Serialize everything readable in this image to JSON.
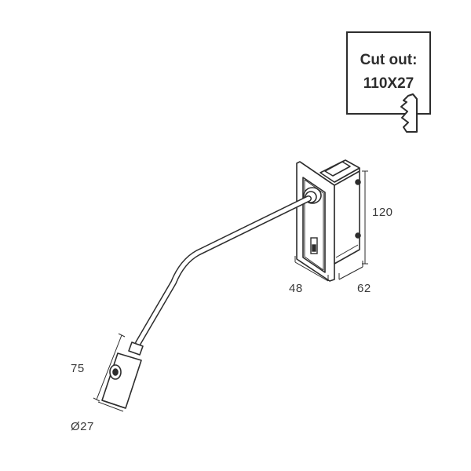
{
  "cutout": {
    "title": "Cut out:",
    "value": "110X27",
    "icon": "wall-recess-icon"
  },
  "dimensions": {
    "height": "120",
    "width": "48",
    "depth": "62",
    "head_length": "75",
    "head_diameter": "Ø27"
  },
  "colors": {
    "line": "#2d2d2d",
    "text": "#3a3a3a"
  }
}
